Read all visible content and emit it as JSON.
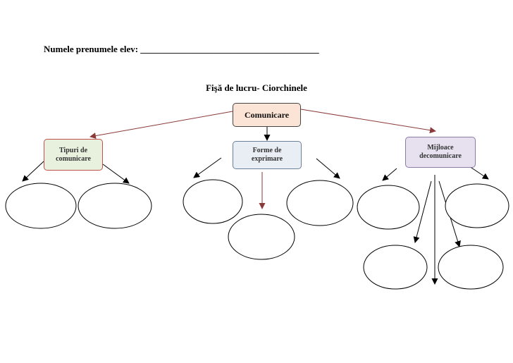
{
  "header": {
    "student_name_label": "Numele prenumele elev: _______________________________________"
  },
  "title": "Fişă de lucru- Ciorchinele",
  "diagram": {
    "root": "Comunicare",
    "branches": [
      {
        "line1": "Tipuri de",
        "line2": "comunicare"
      },
      {
        "line1": "Forme de",
        "line2": "exprimare"
      },
      {
        "line1": "Mijloace",
        "line2": "decomunicare"
      }
    ]
  },
  "colors": {
    "root_fill": "#fbe4d5",
    "tipuri_fill": "#e8f1de",
    "forme_fill": "#e9eef5",
    "mijloace_fill": "#e6e0ef",
    "main_arrow": "#8b3a3a"
  }
}
